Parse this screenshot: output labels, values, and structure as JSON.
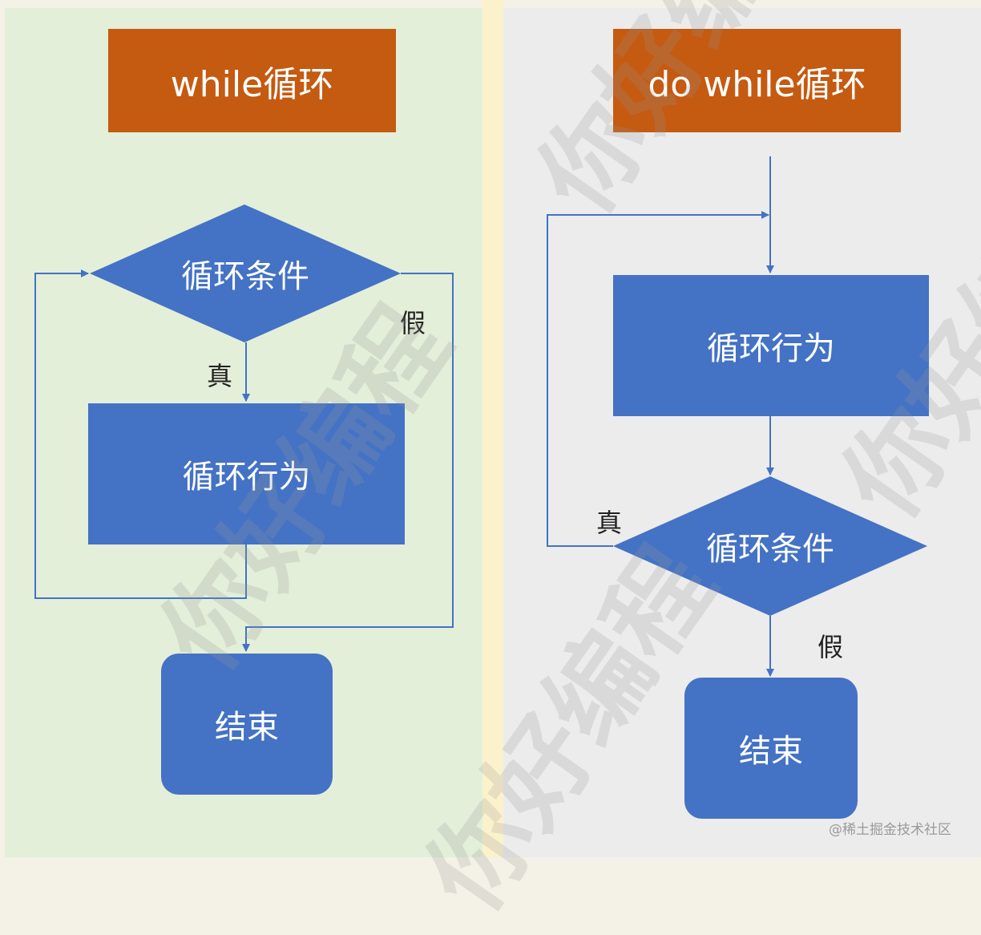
{
  "while_loop": {
    "title": "while循环",
    "condition": "循环条件",
    "action": "循环行为",
    "end": "结束",
    "true_label": "真",
    "false_label": "假"
  },
  "do_while_loop": {
    "title": "do while循环",
    "action": "循环行为",
    "condition": "循环条件",
    "end": "结束",
    "true_label": "真",
    "false_label": "假"
  },
  "watermark": "你好编程",
  "credit": "@稀土掘金技术社区",
  "colors": {
    "title_fill": "#c55a11",
    "shape_fill": "#4472c4",
    "line": "#4472c4",
    "left_panel": "#e3efd9",
    "right_panel": "#ececec"
  }
}
